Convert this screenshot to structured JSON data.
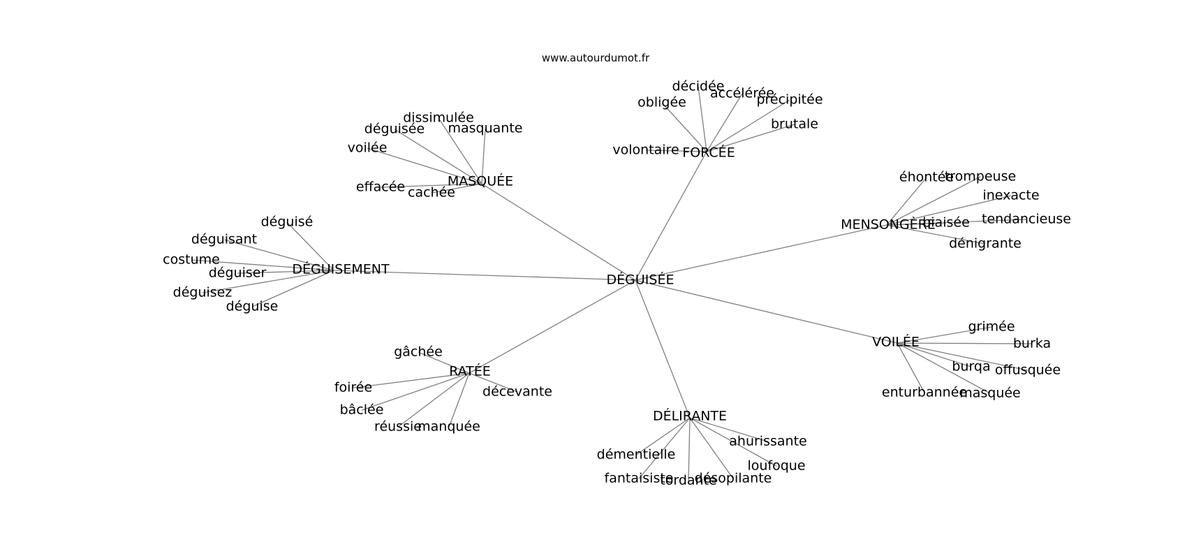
{
  "source_label": "www.autourdumot.fr",
  "center": "DÉGUISÉE",
  "clusters": [
    {
      "label": "MASQUÉE",
      "leaves": [
        "dissimulée",
        "déguisée",
        "masquante",
        "voilée",
        "effacée",
        "cachée"
      ]
    },
    {
      "label": "FORCÉE",
      "leaves": [
        "décidée",
        "accélérée",
        "obligée",
        "précipitée",
        "brutale",
        "volontaire"
      ]
    },
    {
      "label": "MENSONGÈRE",
      "leaves": [
        "éhontée",
        "trompeuse",
        "inexacte",
        "biaisée",
        "tendancieuse",
        "dénigrante"
      ]
    },
    {
      "label": "DÉGUISEMENT",
      "leaves": [
        "déguisé",
        "déguisant",
        "costume",
        "déguiser",
        "déguisez",
        "déguise"
      ]
    },
    {
      "label": "VOILÉE",
      "leaves": [
        "grimée",
        "burka",
        "burqa",
        "offusquée",
        "enturbannée",
        "masquée"
      ]
    },
    {
      "label": "RATÉE",
      "leaves": [
        "gâchée",
        "foirée",
        "décevante",
        "bâclée",
        "réussie",
        "manquée"
      ]
    },
    {
      "label": "DÉLIRANTE",
      "leaves": [
        "ahurissante",
        "démentielle",
        "loufoque",
        "fantaisiste",
        "désopilante",
        "tordante"
      ]
    }
  ]
}
